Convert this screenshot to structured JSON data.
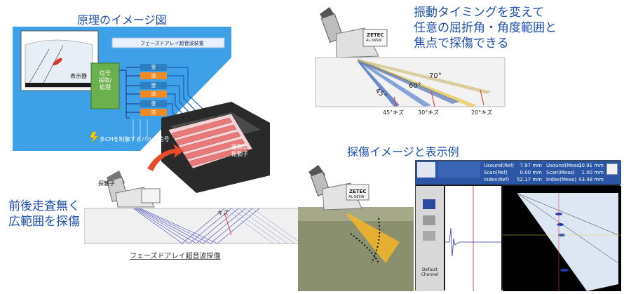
{
  "titles": {
    "principle": "原理のイメージ図",
    "timing_line1": "振動タイミングを変えて",
    "timing_line2": "任意の屈折角・角度範囲と",
    "timing_line3": "焦点で探傷できる",
    "wide_line1": "前後走査無く",
    "wide_line2": "広範囲を探傷",
    "inspect_image": "探傷イメージと表示例"
  },
  "principle_diagram": {
    "device_label": "フェーズドアレイ超音波装置",
    "display_label": "表示器",
    "processor_label": "信号\n採取/\n処理",
    "recv_label": "受",
    "send_label": "送",
    "pulse_label": "多CHを制御するパルス信号",
    "elements_label": "複数の\n振動子",
    "colors": {
      "triangle_bg": "#3ea0e6",
      "processor": "#6ab04c",
      "recv": "#2e7ec2",
      "send": "#f08a24",
      "arrow": "#e84a2a"
    }
  },
  "probe": {
    "brand": "ZETEC",
    "model": "AL-S65W",
    "probe_label": "探触子"
  },
  "wide_diagram": {
    "flaw_label": "キズ",
    "caption": "フェーズドアレイ超音波探傷"
  },
  "angles": {
    "a70": "70°",
    "a60": "60°",
    "a45": "45°",
    "k45": "45°キズ",
    "k30": "30°キズ",
    "k20": "20°キズ"
  },
  "screen": {
    "header_rows": [
      {
        "label": "Usound(Ref)",
        "value": "7.97 mm",
        "label2": "Usound(Meas)",
        "value2": "10.91 mm"
      },
      {
        "label": "Scan(Ref)",
        "value": "0.00 mm",
        "label2": "Scan(Meas)",
        "value2": "1.00 mm"
      },
      {
        "label": "Index(Ref)",
        "value": "52.17 mm",
        "label2": "Index(Meas)",
        "value2": "43.48 mm"
      }
    ],
    "sidebar_default": "Default Channel"
  }
}
